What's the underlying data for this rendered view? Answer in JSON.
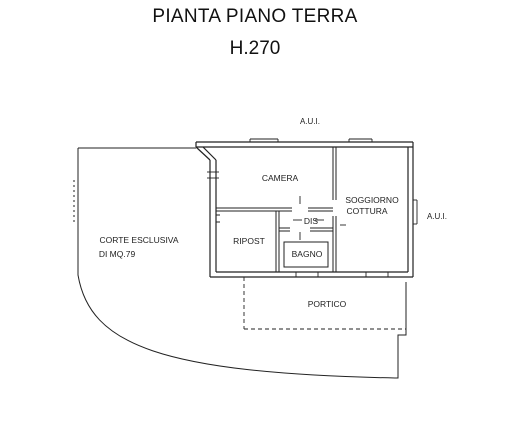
{
  "header": {
    "title": "PIANTA PIANO TERRA",
    "height_label": "H.270"
  },
  "labels": {
    "aui_top": "A.U.I.",
    "aui_right": "A.U.I.",
    "camera": "CAMERA",
    "soggiorno_line1": "SOGGIORNO",
    "soggiorno_line2": "COTTURA",
    "dis": "DIS",
    "ripost": "RIPOST",
    "bagno": "BAGNO",
    "corte_line1": "CORTE ESCLUSIVA",
    "corte_line2": "DI MQ.79",
    "portico": "PORTICO"
  },
  "colors": {
    "line": "#222222",
    "text": "#222222",
    "background": "#ffffff"
  }
}
